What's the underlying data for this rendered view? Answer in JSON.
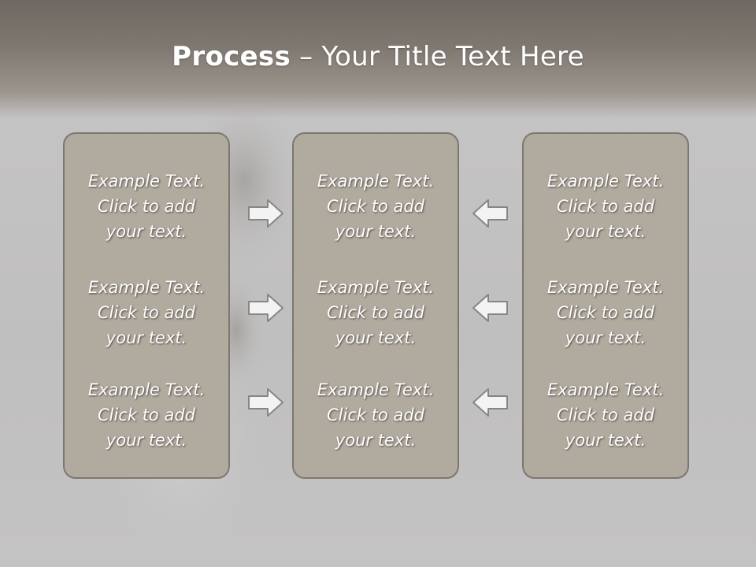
{
  "slide": {
    "title": {
      "bold": "Process",
      "rest": " – Your Title Text Here"
    },
    "columns": [
      {
        "items": [
          {
            "line1": "Example Text.",
            "line2": "Click  to add",
            "line3": "your text."
          },
          {
            "line1": "Example Text.",
            "line2": "Click  to add",
            "line3": "your text."
          },
          {
            "line1": "Example Text.",
            "line2": "Click  to add",
            "line3": "your text."
          }
        ]
      },
      {
        "items": [
          {
            "line1": "Example Text.",
            "line2": "Click  to add",
            "line3": "your text."
          },
          {
            "line1": "Example Text.",
            "line2": "Click  to add",
            "line3": "your text."
          },
          {
            "line1": "Example Text.",
            "line2": "Click  to add",
            "line3": "your text."
          }
        ]
      },
      {
        "items": [
          {
            "line1": "Example Text.",
            "line2": "Click  to add",
            "line3": "your text."
          },
          {
            "line1": "Example Text.",
            "line2": "Click  to add",
            "line3": "your text."
          },
          {
            "line1": "Example Text.",
            "line2": "Click  to add",
            "line3": "your text."
          }
        ]
      }
    ],
    "arrows": {
      "left_group": "arrow-right-icon",
      "right_group": "arrow-left-icon"
    },
    "colors": {
      "title_band": "#7e7871",
      "box_fill": "#b1aa9f",
      "box_border": "#7d776f",
      "background": "#c4c3c3",
      "text": "#ffffff"
    }
  }
}
